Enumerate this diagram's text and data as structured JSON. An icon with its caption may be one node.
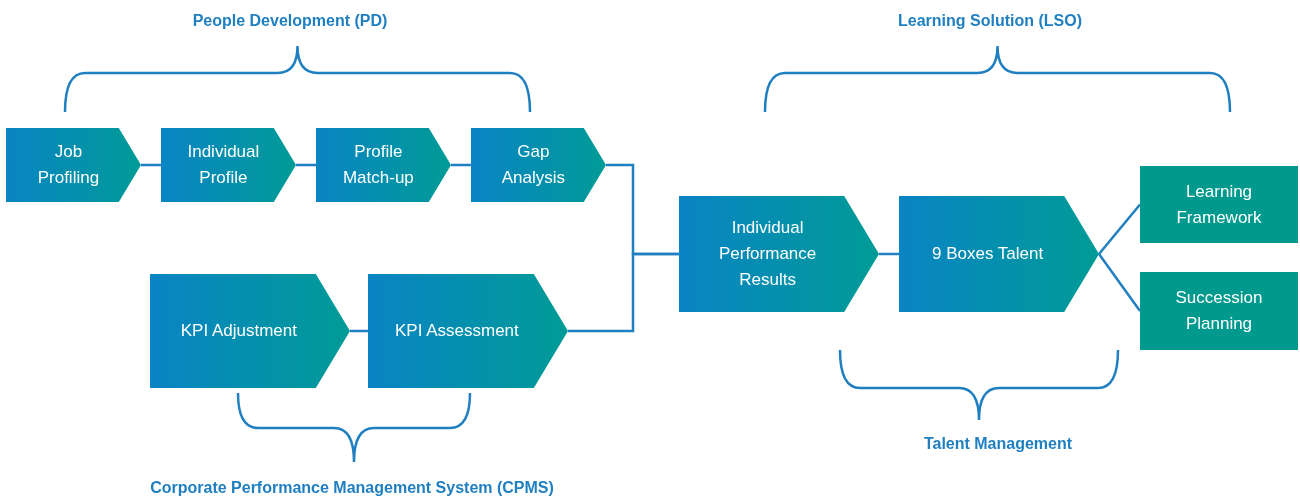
{
  "diagram": {
    "nodes": [
      {
        "text": [
          "Job Profiling"
        ]
      },
      {
        "text": [
          "Individual Profile"
        ]
      },
      {
        "text": [
          "Profile Match-up"
        ]
      },
      {
        "text": [
          "Gap Analysis"
        ]
      },
      {
        "text": [
          "KPI Adjustment"
        ]
      },
      {
        "text": [
          "KPI Assessment"
        ]
      },
      {
        "text": [
          "Individual Performance Results"
        ]
      },
      {
        "text": [
          "9 Boxes Talent"
        ]
      },
      {
        "text": [
          "Learning Framework"
        ]
      },
      {
        "text": [
          "Succession Planning"
        ]
      }
    ],
    "edges": [
      {
        "from": 0,
        "to": 1,
        "arrow": "none"
      },
      {
        "from": 1,
        "to": 2,
        "arrow": "none"
      },
      {
        "from": 2,
        "to": 3,
        "arrow": "none"
      },
      {
        "from": 3,
        "to": 6,
        "arrow": "none"
      },
      {
        "from": 4,
        "to": 5,
        "arrow": "none"
      },
      {
        "from": 5,
        "to": 6,
        "arrow": "none"
      },
      {
        "from": 6,
        "to": 7,
        "arrow": "none"
      },
      {
        "from": 7,
        "to": 8,
        "arrow": "none"
      },
      {
        "from": 7,
        "to": 9,
        "arrow": "none"
      }
    ],
    "labels": [
      "People Development (PD)",
      "Learning Solution (LSO)",
      "Corporate Performance Management System (CPMS)",
      "Talent Management"
    ]
  }
}
